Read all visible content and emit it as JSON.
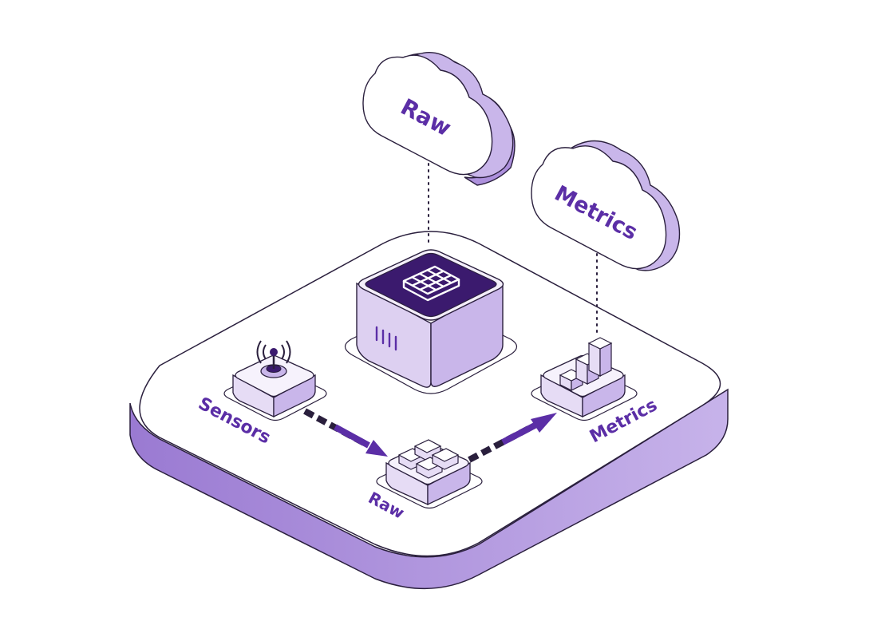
{
  "colors": {
    "outline": "#2a1f3d",
    "accent": "#5b2ea6",
    "dark_accent": "#3b1a6e",
    "light_fill": "#efe9f8",
    "mid_fill": "#c9b6ea",
    "side_fill": "#9f7fd6",
    "white": "#ffffff"
  },
  "clouds": {
    "raw": {
      "label": "Raw"
    },
    "metrics": {
      "label": "Metrics"
    }
  },
  "nodes": {
    "sensors": {
      "label": "Sensors",
      "icon": "antenna-icon"
    },
    "raw": {
      "label": "Raw",
      "icon": "blocks-icon"
    },
    "metrics": {
      "label": "Metrics",
      "icon": "bar-chart-icon"
    },
    "server": {
      "icon": "table-grid-icon"
    }
  }
}
